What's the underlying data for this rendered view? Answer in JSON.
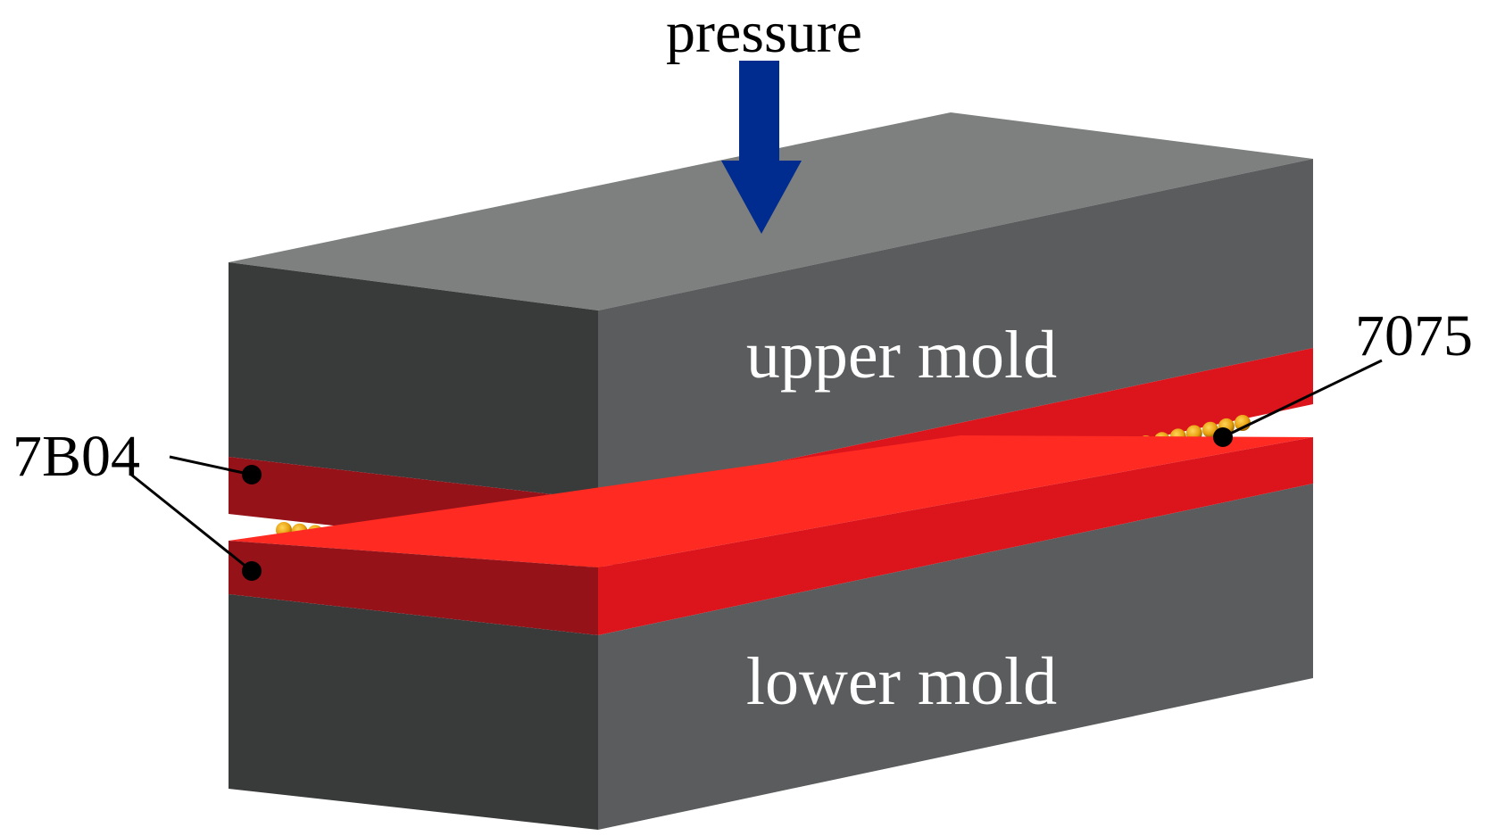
{
  "labels": {
    "pressure": "pressure",
    "upper_mold": "upper mold",
    "lower_mold": "lower mold",
    "plate_label": "7B04",
    "interlayer_label": "7075"
  },
  "colors": {
    "mold_front": "#393a3a",
    "mold_side": "#5a5c5d",
    "mold_top": "#7e8080",
    "plate_front": "#951219",
    "plate_side": "#dc151d",
    "plate_top": "#ff2a22",
    "ball": "#e8a10f",
    "arrow": "#002b8f",
    "label_dark": "#000000",
    "label_light": "#ffffff"
  },
  "icons": {
    "pressure_arrow": "down-arrow-icon"
  }
}
